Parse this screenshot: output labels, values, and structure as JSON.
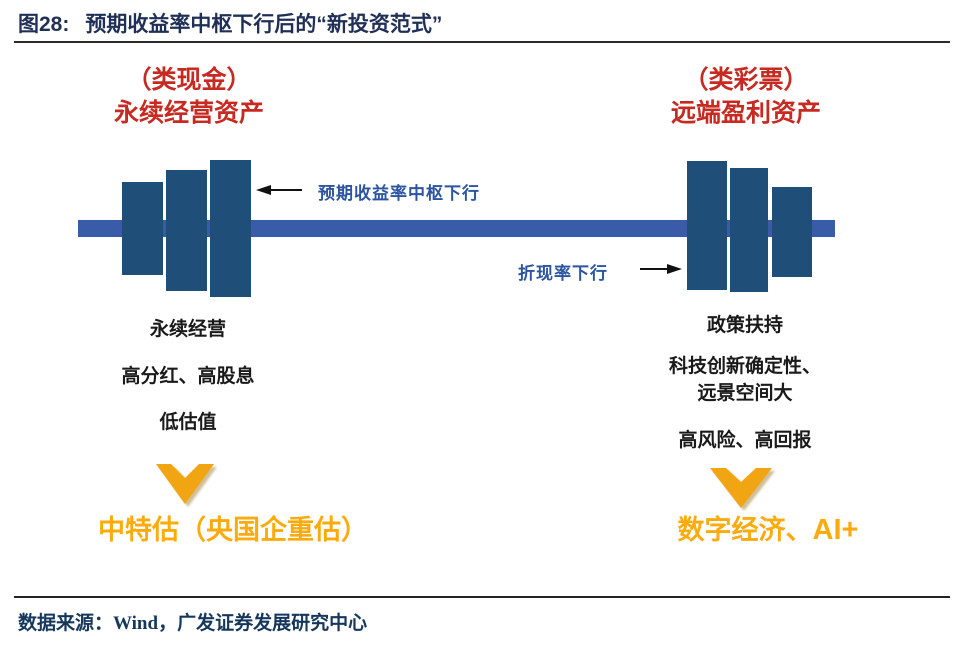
{
  "caption": {
    "label": "图28:",
    "title": "预期收益率中枢下行后的“新投资范式”"
  },
  "left_side": {
    "tag": "（类现金）",
    "name": "永续经营资产",
    "features": [
      "永续经营",
      "高分红、高股息",
      "低估值"
    ],
    "conclusion": "中特估（央国企重估）"
  },
  "right_side": {
    "tag": "（类彩票）",
    "name": "远端盈利资产",
    "features": [
      "政策扶持",
      "科技创新确定性、",
      "远景空间大",
      "高风险、高回报"
    ],
    "conclusion_zh": "数字经济、",
    "conclusion_en": "AI+"
  },
  "annotations": {
    "expected_return_label": "预期收益率中枢下行",
    "discount_rate_label": "折现率下行"
  },
  "footer": {
    "source": "数据来源：Wind，广发证券发展研究中心"
  },
  "colors": {
    "title_navy": "#1F2F55",
    "header_red": "#C62A21",
    "label_blue": "#2B55A0",
    "bar_blue": "#3A5BA8",
    "plate_navy": "#1F4E79",
    "gold": "#FBAB0E",
    "text_black": "#1A1A1A",
    "footer_navy": "#16375C"
  }
}
